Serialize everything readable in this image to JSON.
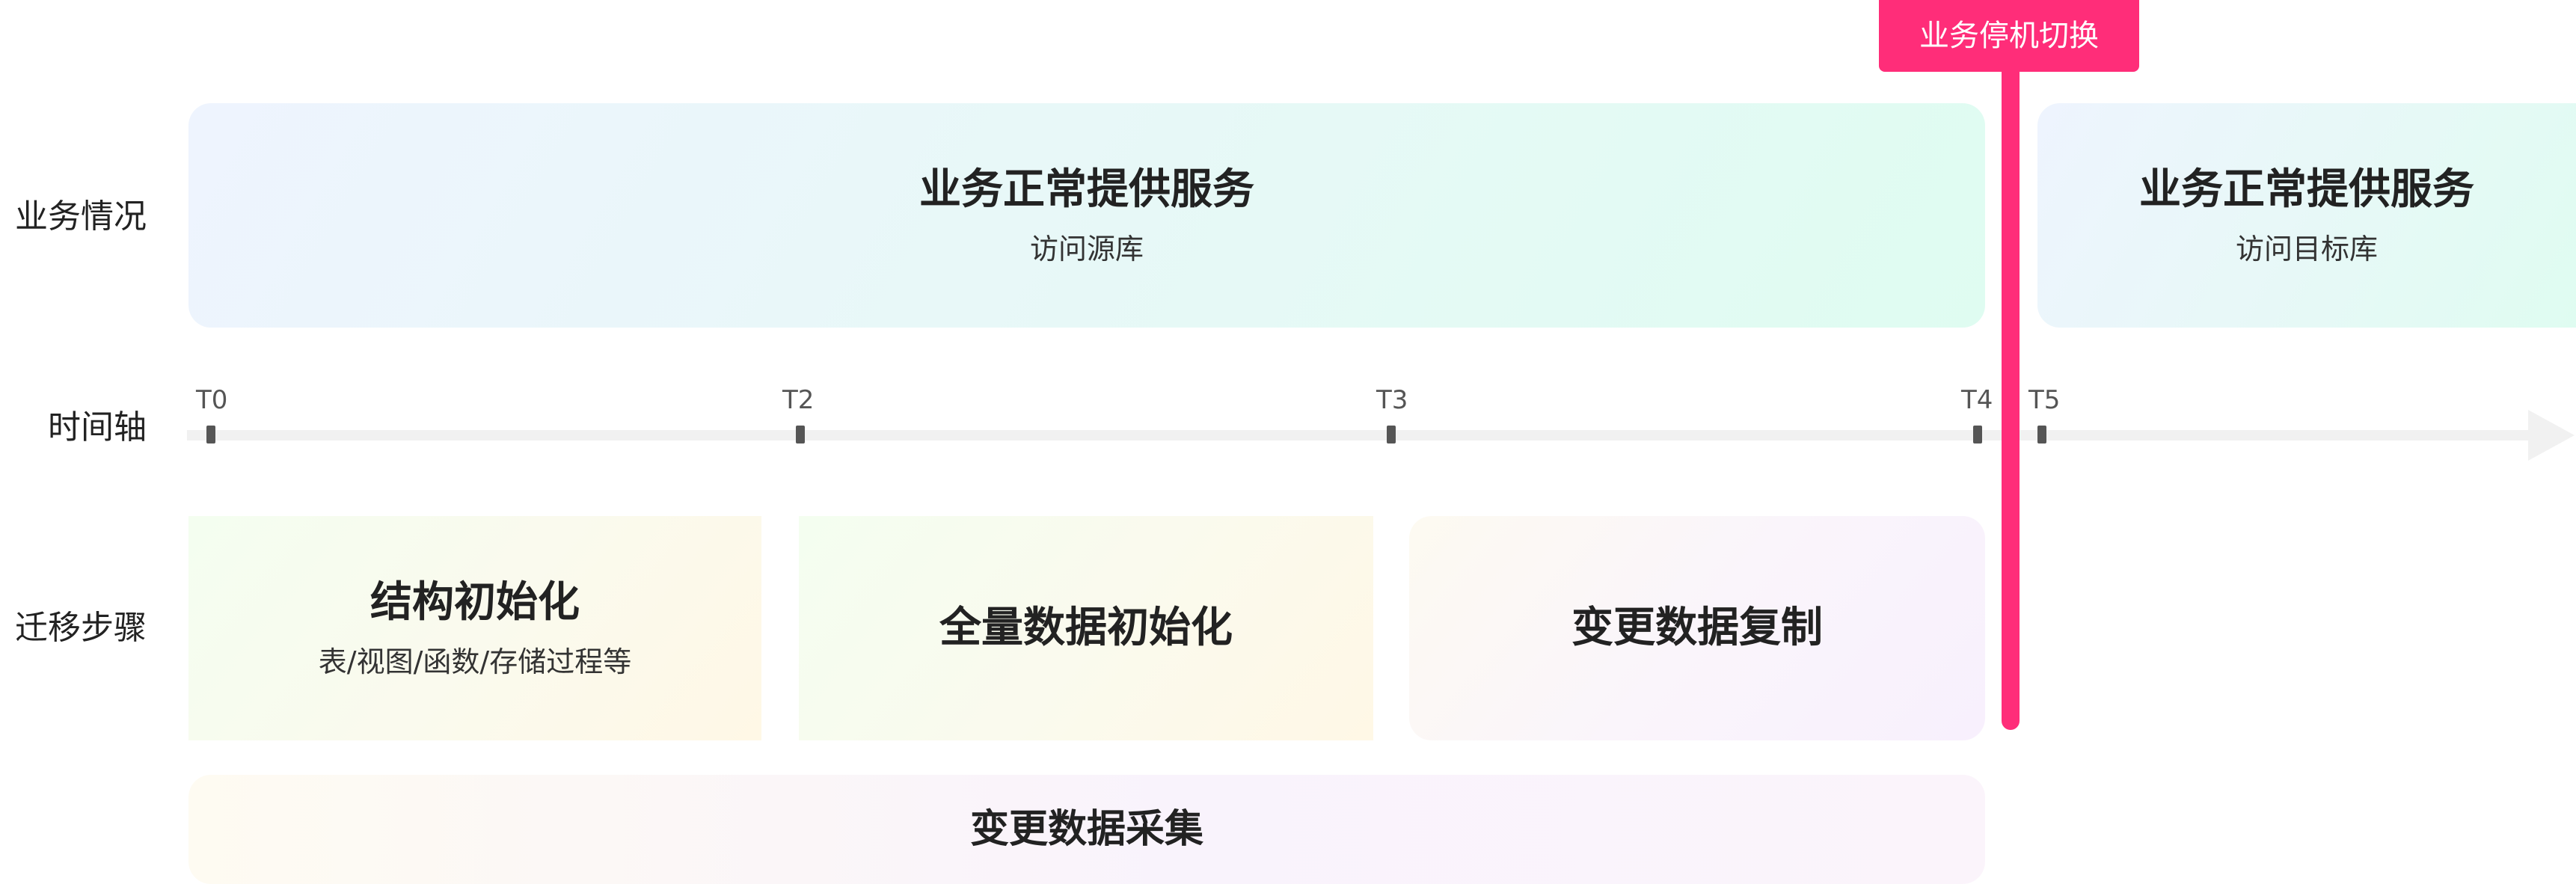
{
  "rows": {
    "business": "业务情况",
    "timeline": "时间轴",
    "steps": "迁移步骤"
  },
  "business": [
    {
      "title": "业务正常提供服务",
      "subtitle": "访问源库"
    },
    {
      "title": "业务正常提供服务",
      "subtitle": "访问目标库"
    }
  ],
  "switch": {
    "label": "业务停机切换",
    "color": "#ff2d79"
  },
  "ticks": [
    "T0",
    "T2",
    "T3",
    "T4",
    "T5"
  ],
  "steps": [
    {
      "title": "结构初始化",
      "subtitle": "表/视图/函数/存储过程等"
    },
    {
      "title": "全量数据初始化"
    },
    {
      "title": "变更数据复制"
    }
  ],
  "collect": {
    "title": "变更数据采集"
  }
}
